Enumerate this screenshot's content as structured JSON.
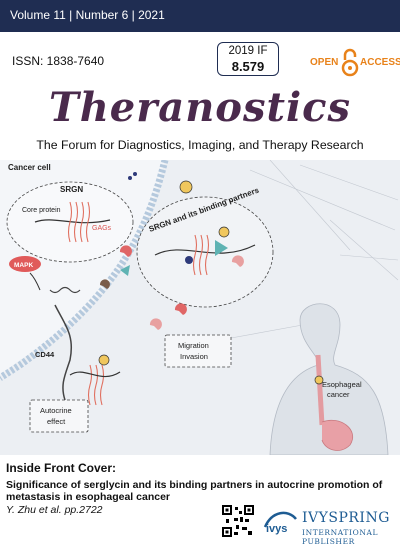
{
  "header": {
    "volume_line": "Volume 11 | Number 6 | 2021",
    "issn": "ISSN: 1838-7640",
    "if_label": "2019 IF",
    "if_value": "8.579",
    "open_access": {
      "left": "OPEN",
      "right": "ACCESS"
    },
    "accent_color": "#1f2d52",
    "oa_color": "#e8821a"
  },
  "journal": {
    "title": "Theranostics",
    "tagline": "The Forum for Diagnostics, Imaging, and Therapy Research",
    "title_color": "#4a2a4c"
  },
  "cover_art": {
    "cell_label": "Cancer cell",
    "srgn": "SRGN",
    "core_protein": "Core protein",
    "gags": "GAGs",
    "binding_partners": "SRGN and its binding partners",
    "mapk": "MAPK",
    "cd44": "CD44",
    "migration": "Migration",
    "invasion": "Invasion",
    "autocrine": "Autocrine",
    "effect": "effect",
    "esophageal": "Esophageal",
    "cancer": "cancer"
  },
  "caption": {
    "heading": "Inside Front Cover:",
    "text": "Significance of serglycin and its binding partners in autocrine promotion of metastasis in esophageal cancer",
    "author": "Y. Zhu et al. pp.2722"
  },
  "publisher": {
    "logo_text": "ivys",
    "name": "IVYSPRING",
    "sub": "INTERNATIONAL PUBLISHER",
    "color": "#1e5c93"
  }
}
